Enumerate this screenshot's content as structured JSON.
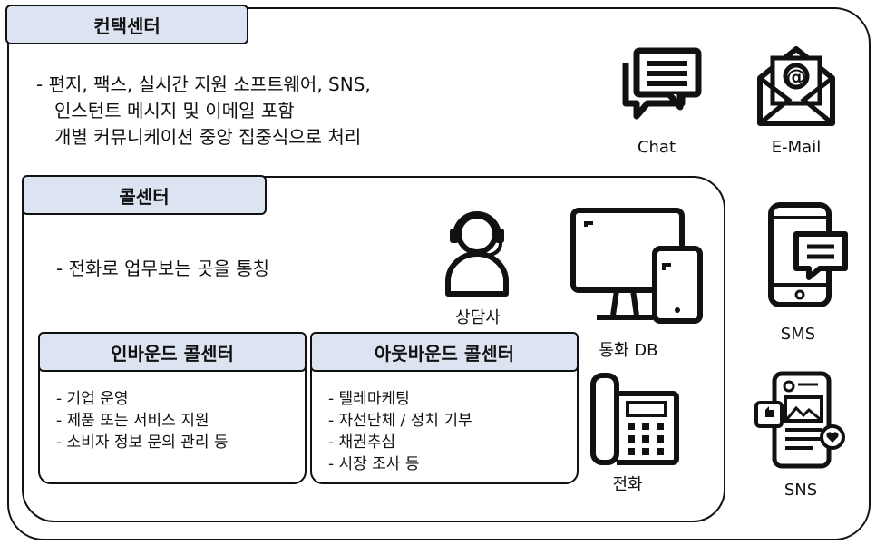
{
  "contact_center": {
    "title": "컨택센터",
    "lines": [
      "- 편지, 팩스, 실시간 지원 소프트웨어, SNS,",
      "인스턴트 메시지 및 이메일 포함",
      "개별 커뮤니케이션 중앙 집중식으로 처리"
    ]
  },
  "call_center": {
    "title": "콜센터",
    "description": "- 전화로 업무보는 곳을 통칭"
  },
  "inbound": {
    "title": "인바운드 콜센터",
    "items": [
      "- 기업 운영",
      "- 제품 또는 서비스 지원",
      "- 소비자 정보 문의 관리 등"
    ]
  },
  "outbound": {
    "title": "아웃바운드 콜센터",
    "items": [
      "- 텔레마케팅",
      "- 자선단체 / 정치 기부",
      "- 채권추심",
      "- 시장 조사 등"
    ]
  },
  "icons": {
    "chat": {
      "label": "Chat",
      "icon": "chat-bubbles-icon"
    },
    "email": {
      "label": "E-Mail",
      "icon": "envelope-icon"
    },
    "agent": {
      "label": "상담사",
      "icon": "headset-agent-icon"
    },
    "db": {
      "label": "통화 DB",
      "icon": "monitor-phone-icon"
    },
    "phone": {
      "label": "전화",
      "icon": "desk-phone-icon"
    },
    "sms": {
      "label": "SMS",
      "icon": "smartphone-message-icon"
    },
    "sns": {
      "label": "SNS",
      "icon": "social-feed-icon"
    }
  },
  "colors": {
    "tab_fill": "#dce4f2",
    "stroke": "#111111"
  }
}
